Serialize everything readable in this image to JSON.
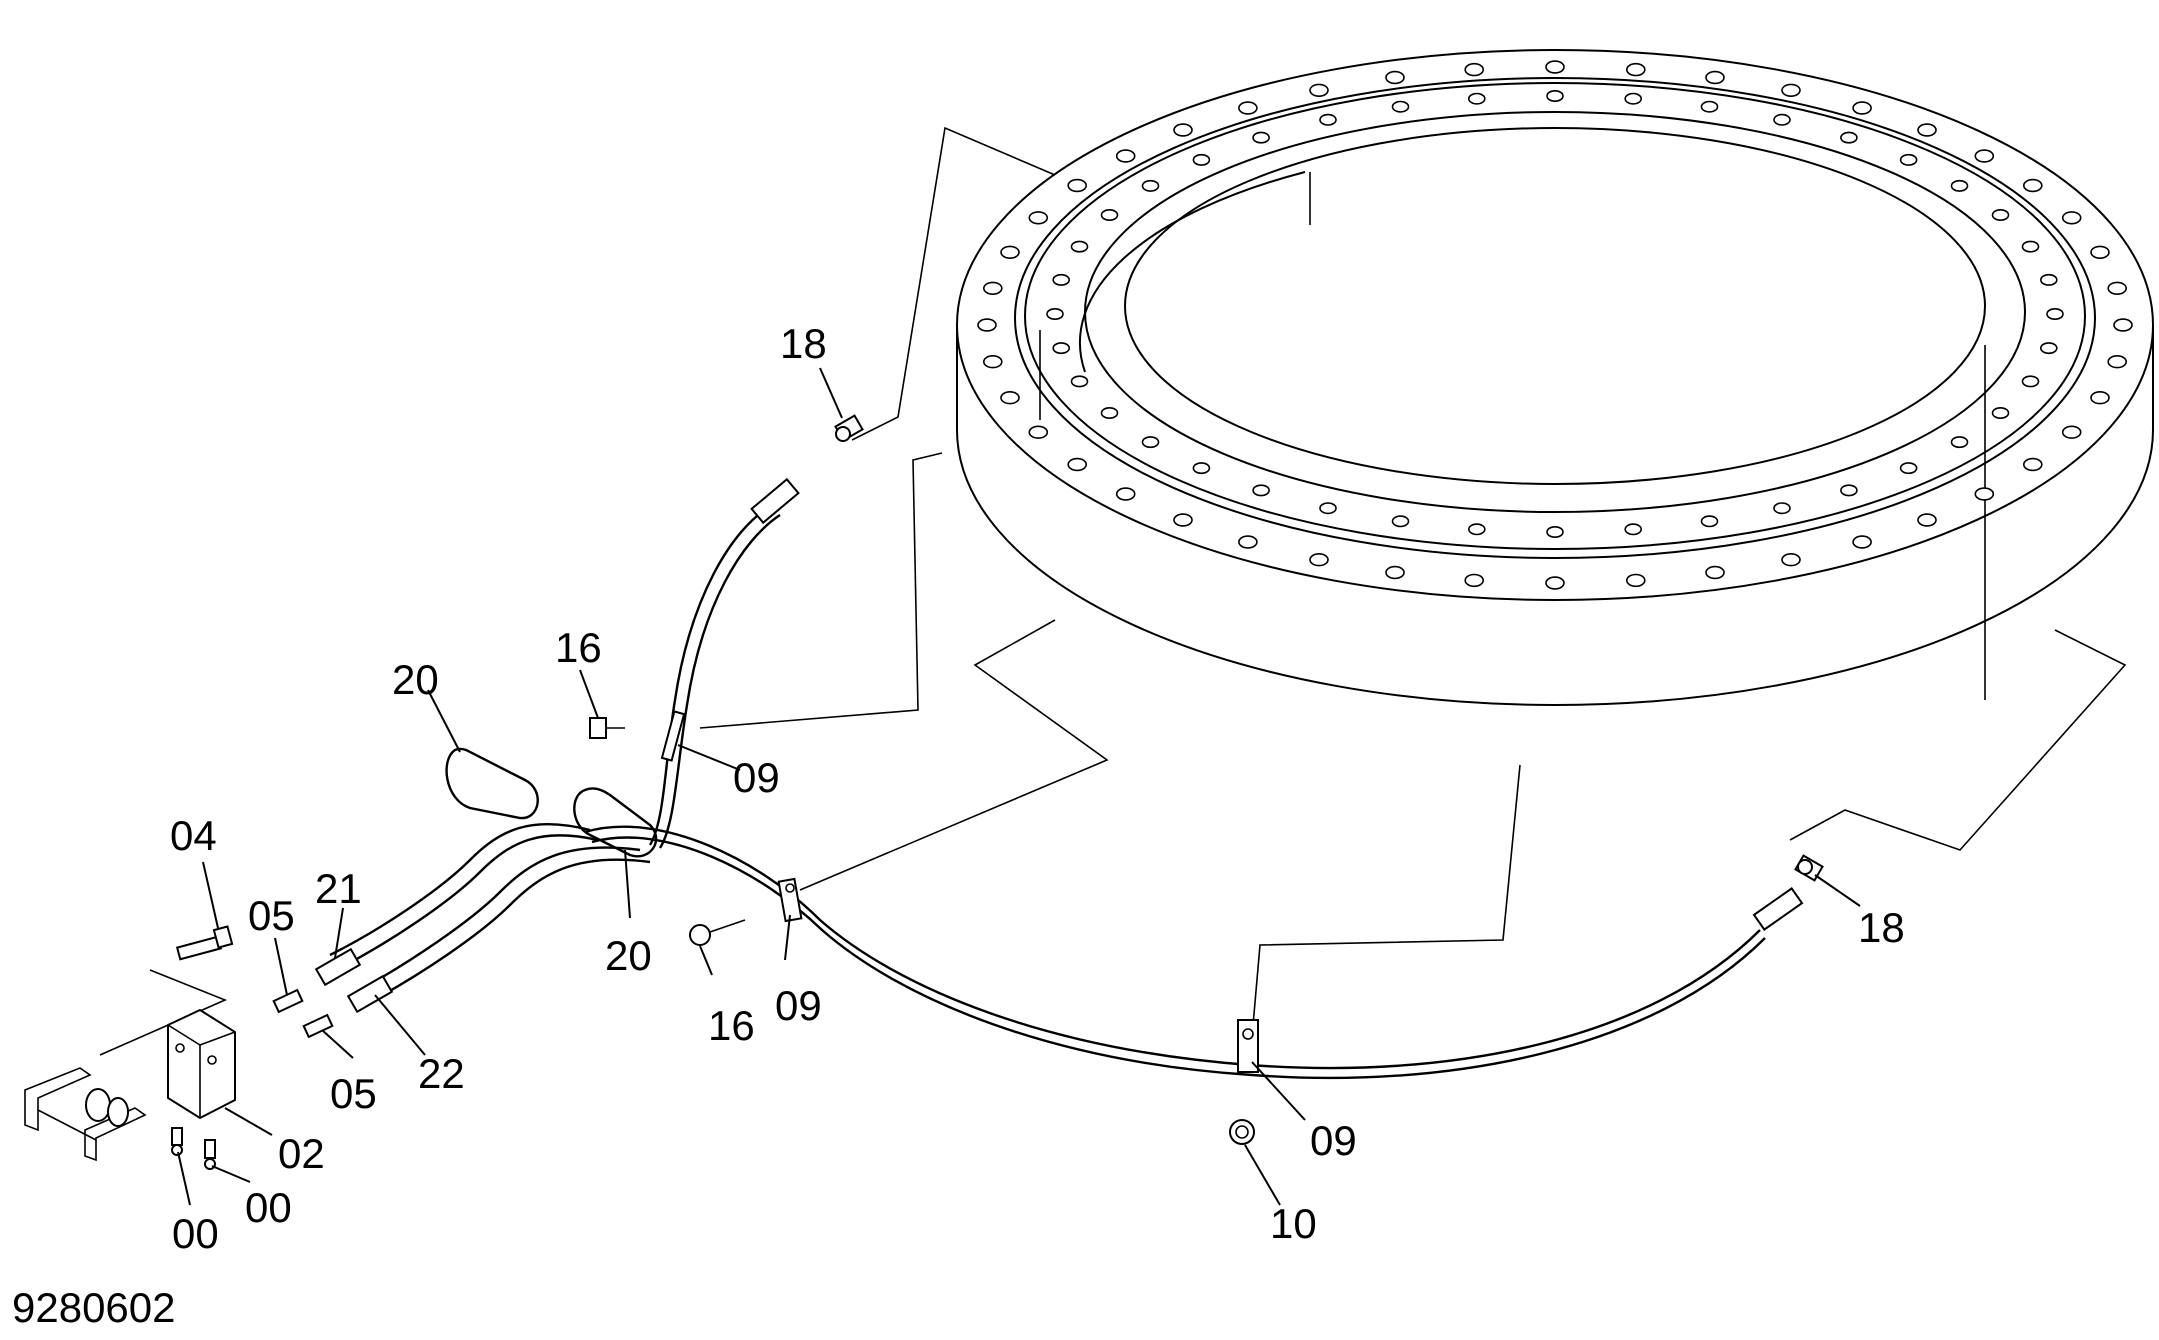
{
  "drawing_number": "9280602",
  "part_labels": [
    {
      "id": "lbl-18a",
      "text": "18"
    },
    {
      "id": "lbl-18b",
      "text": "18"
    },
    {
      "id": "lbl-16a",
      "text": "16"
    },
    {
      "id": "lbl-16b",
      "text": "16"
    },
    {
      "id": "lbl-20a",
      "text": "20"
    },
    {
      "id": "lbl-20b",
      "text": "20"
    },
    {
      "id": "lbl-09a",
      "text": "09"
    },
    {
      "id": "lbl-09b",
      "text": "09"
    },
    {
      "id": "lbl-09c",
      "text": "09"
    },
    {
      "id": "lbl-04",
      "text": "04"
    },
    {
      "id": "lbl-05a",
      "text": "05"
    },
    {
      "id": "lbl-05b",
      "text": "05"
    },
    {
      "id": "lbl-21",
      "text": "21"
    },
    {
      "id": "lbl-22",
      "text": "22"
    },
    {
      "id": "lbl-02",
      "text": "02"
    },
    {
      "id": "lbl-00a",
      "text": "00"
    },
    {
      "id": "lbl-00b",
      "text": "00"
    },
    {
      "id": "lbl-10",
      "text": "10"
    }
  ]
}
